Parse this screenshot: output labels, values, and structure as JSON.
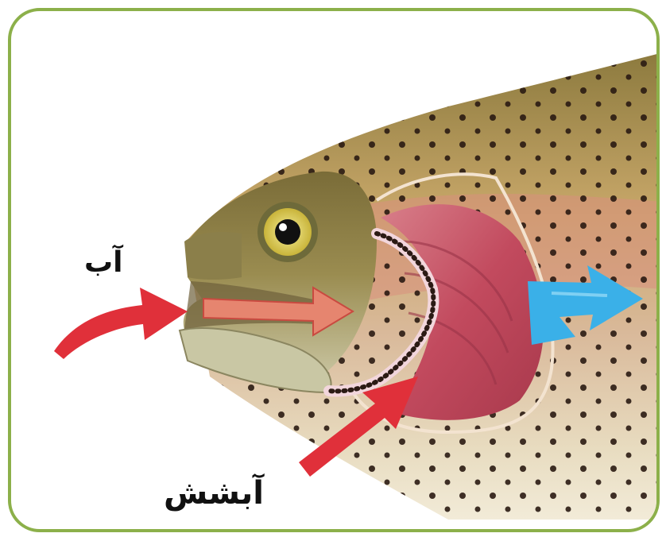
{
  "labels": {
    "water": "آب",
    "gills": "آبشش"
  },
  "colors": {
    "frame": "#8cb04a",
    "inflow_arrow": "#e0303a",
    "inner_arrow": "#e6856f",
    "outflow_arrow": "#3ab0e8",
    "gill_pointer": "#e0303a",
    "fish_body": "#c9b27a",
    "gill_tissue": "#c24a5e",
    "spots": "#2a1a12"
  },
  "icons": {
    "eye": "fish-eye-icon",
    "inflow": "water-inflow-arrow",
    "outflow": "water-outflow-arrow"
  }
}
